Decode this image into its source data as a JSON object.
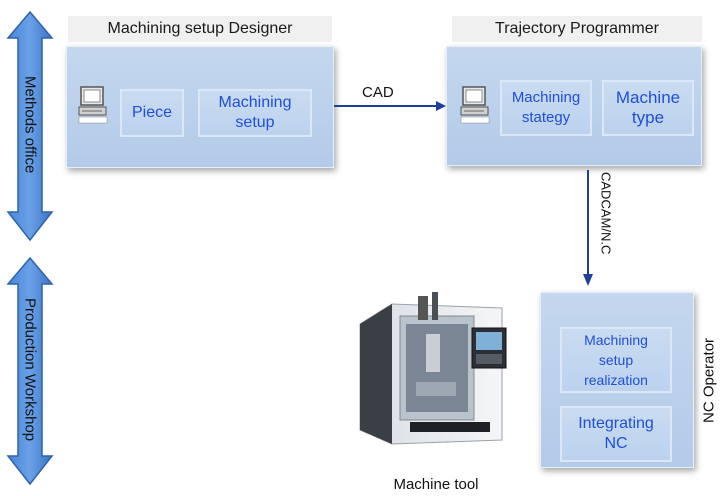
{
  "lanes": {
    "methods_office": "Methods office",
    "production_workshop": "Production Workshop"
  },
  "designer": {
    "title": "Machining setup Designer",
    "boxes": [
      "Piece",
      "Machining\nsetup"
    ]
  },
  "programmer": {
    "title": "Trajectory Programmer",
    "boxes": [
      "Machining\nstategy",
      "Machine\ntype"
    ]
  },
  "arrows": {
    "cad": "CAD",
    "cadcam": "CADCAM/N.C"
  },
  "operator": {
    "label": "NC  Operator",
    "boxes": [
      "Machining\nsetup\nrealization",
      "Integrating\nNC"
    ]
  },
  "machine": {
    "caption": "Machine tool"
  },
  "colors": {
    "lane_arrow": "#4a86d8",
    "flow_arrow": "#1f3f9a",
    "box_text": "#1f4fd6",
    "panel": "#c4d7ef"
  }
}
